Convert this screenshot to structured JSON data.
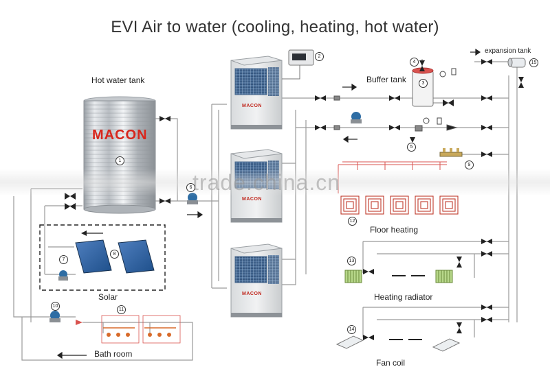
{
  "title": "EVI Air to water (cooling, heating, hot water)",
  "labels": {
    "hot_water_tank": "Hot water tank",
    "buffer_tank": "Buffer tank",
    "expansion_tank": "expansion tank",
    "floor_heating": "Floor heating",
    "solar": "Solar",
    "heating_radiator": "Heating radiator",
    "bath_room": "Bath room",
    "fan_coil": "Fan coil"
  },
  "brands": {
    "tank_brand": "MACON",
    "unit_brand": "MACON"
  },
  "watermark": "trade.china.cn",
  "badges": {
    "b1": "1",
    "b2": "2",
    "b3": "3",
    "b4": "4",
    "b5": "5",
    "b6": "6",
    "b7": "7",
    "b8": "8",
    "b9": "9",
    "b10": "10",
    "b11": "11",
    "b12": "12",
    "b13": "13",
    "b14": "14",
    "b15": "15"
  },
  "colors": {
    "pipe": "#9a9a9a",
    "hot_pipe": "#d9534f",
    "valve": "#222222",
    "brand_red": "#d8261c",
    "solar_blue": "#2c5d9a"
  },
  "icons": [
    "ball-valve-icon",
    "pump-icon",
    "gauge-icon",
    "check-valve-icon",
    "shower-head-icon",
    "fan-coil-icon",
    "radiator-icon"
  ]
}
